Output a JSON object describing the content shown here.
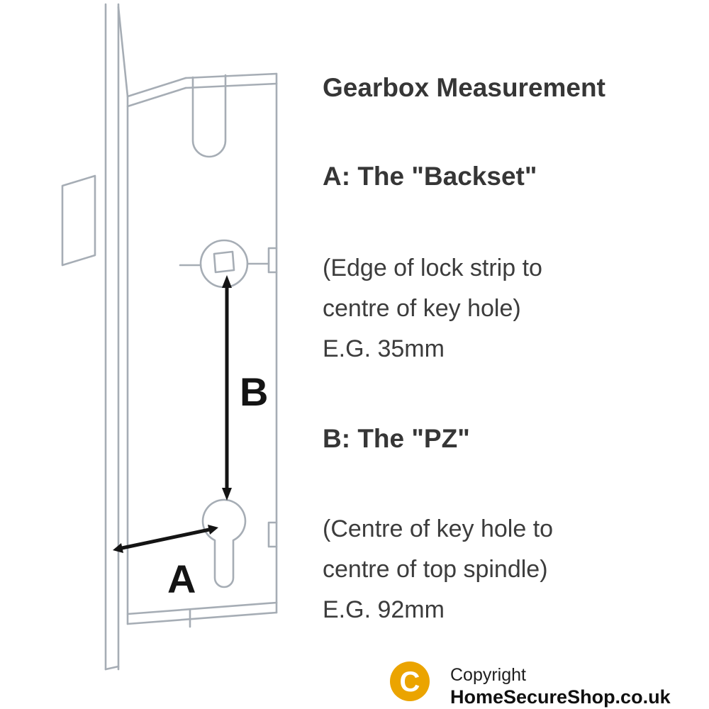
{
  "diagram": {
    "label_a": "A",
    "label_b": "B",
    "line_color": "#a6adb5",
    "arrow_color": "#141414"
  },
  "content": {
    "title": "Gearbox Measurement",
    "section_a": {
      "heading": "A: The \"Backset\"",
      "description_line1": "(Edge of lock strip to",
      "description_line2": "centre of key hole)",
      "example": "E.G. 35mm"
    },
    "section_b": {
      "heading": "B: The \"PZ\"",
      "description_line1": "(Centre of key hole to",
      "description_line2": "centre of top spindle)",
      "example": "E.G. 92mm"
    }
  },
  "footer": {
    "symbol": "C",
    "copyright_label": "Copyright",
    "site_name": "HomeSecureShop.co.uk",
    "badge_color": "#eba400"
  }
}
